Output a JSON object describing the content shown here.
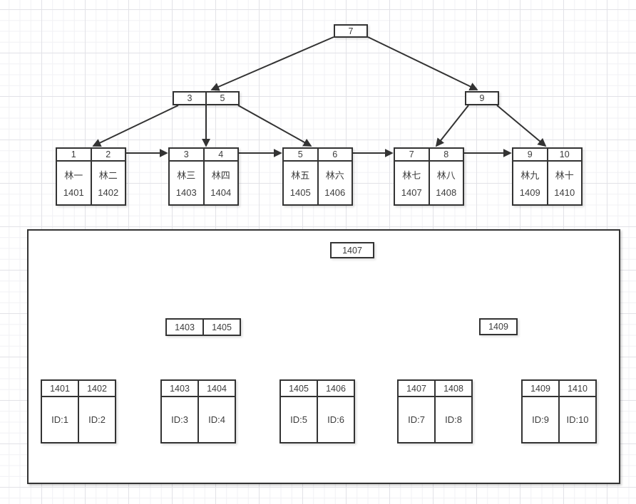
{
  "diagram": {
    "description": "B+ tree index diagrams",
    "colors": {
      "border": "#333333",
      "arrow": "#333333",
      "text": "#3d3d3d",
      "grid_minor": "#f1f1f4",
      "grid_major": "#e2e2e7"
    }
  },
  "top_tree": {
    "root": {
      "keys": [
        "7"
      ]
    },
    "internal": [
      {
        "keys": [
          "3",
          "5"
        ]
      },
      {
        "keys": [
          "9"
        ]
      }
    ],
    "leaves": [
      {
        "headers": [
          "1",
          "2"
        ],
        "names": [
          "林一",
          "林二"
        ],
        "values": [
          "1401",
          "1402"
        ]
      },
      {
        "headers": [
          "3",
          "4"
        ],
        "names": [
          "林三",
          "林四"
        ],
        "values": [
          "1403",
          "1404"
        ]
      },
      {
        "headers": [
          "5",
          "6"
        ],
        "names": [
          "林五",
          "林六"
        ],
        "values": [
          "1405",
          "1406"
        ]
      },
      {
        "headers": [
          "7",
          "8"
        ],
        "names": [
          "林七",
          "林八"
        ],
        "values": [
          "1407",
          "1408"
        ]
      },
      {
        "headers": [
          "9",
          "10"
        ],
        "names": [
          "林九",
          "林十"
        ],
        "values": [
          "1409",
          "1410"
        ]
      }
    ]
  },
  "bottom_tree": {
    "root": {
      "keys": [
        "1407"
      ]
    },
    "internal": [
      {
        "keys": [
          "1403",
          "1405"
        ]
      },
      {
        "keys": [
          "1409"
        ]
      }
    ],
    "leaves": [
      {
        "headers": [
          "1401",
          "1402"
        ],
        "ids": [
          "ID:1",
          "ID:2"
        ]
      },
      {
        "headers": [
          "1403",
          "1404"
        ],
        "ids": [
          "ID:3",
          "ID:4"
        ]
      },
      {
        "headers": [
          "1405",
          "1406"
        ],
        "ids": [
          "ID:5",
          "ID:6"
        ]
      },
      {
        "headers": [
          "1407",
          "1408"
        ],
        "ids": [
          "ID:7",
          "ID:8"
        ]
      },
      {
        "headers": [
          "1409",
          "1410"
        ],
        "ids": [
          "ID:9",
          "ID:10"
        ]
      }
    ]
  }
}
